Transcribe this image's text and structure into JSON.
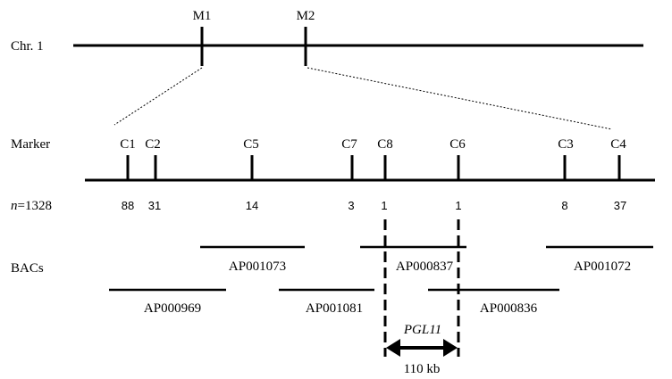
{
  "chromosome": {
    "label": "Chr. 1",
    "markers": [
      {
        "name": "M1"
      },
      {
        "name": "M2"
      }
    ]
  },
  "fine_map": {
    "row_label": "Marker",
    "n_prefix": "n",
    "n_suffix": "=1328",
    "markers": [
      {
        "name": "C1",
        "recombinants": "88"
      },
      {
        "name": "C2",
        "recombinants": "31"
      },
      {
        "name": "C5",
        "recombinants": "14"
      },
      {
        "name": "C7",
        "recombinants": "3"
      },
      {
        "name": "C8",
        "recombinants": "1"
      },
      {
        "name": "C6",
        "recombinants": "1"
      },
      {
        "name": "C3",
        "recombinants": "8"
      },
      {
        "name": "C4",
        "recombinants": "37"
      }
    ]
  },
  "bacs": {
    "row_label": "BACs",
    "clones": [
      {
        "name": "AP001073"
      },
      {
        "name": "AP000837"
      },
      {
        "name": "AP001072"
      },
      {
        "name": "AP000969"
      },
      {
        "name": "AP001081"
      },
      {
        "name": "AP000836"
      }
    ]
  },
  "gene": {
    "name": "PGL11",
    "interval": "110 kb"
  }
}
